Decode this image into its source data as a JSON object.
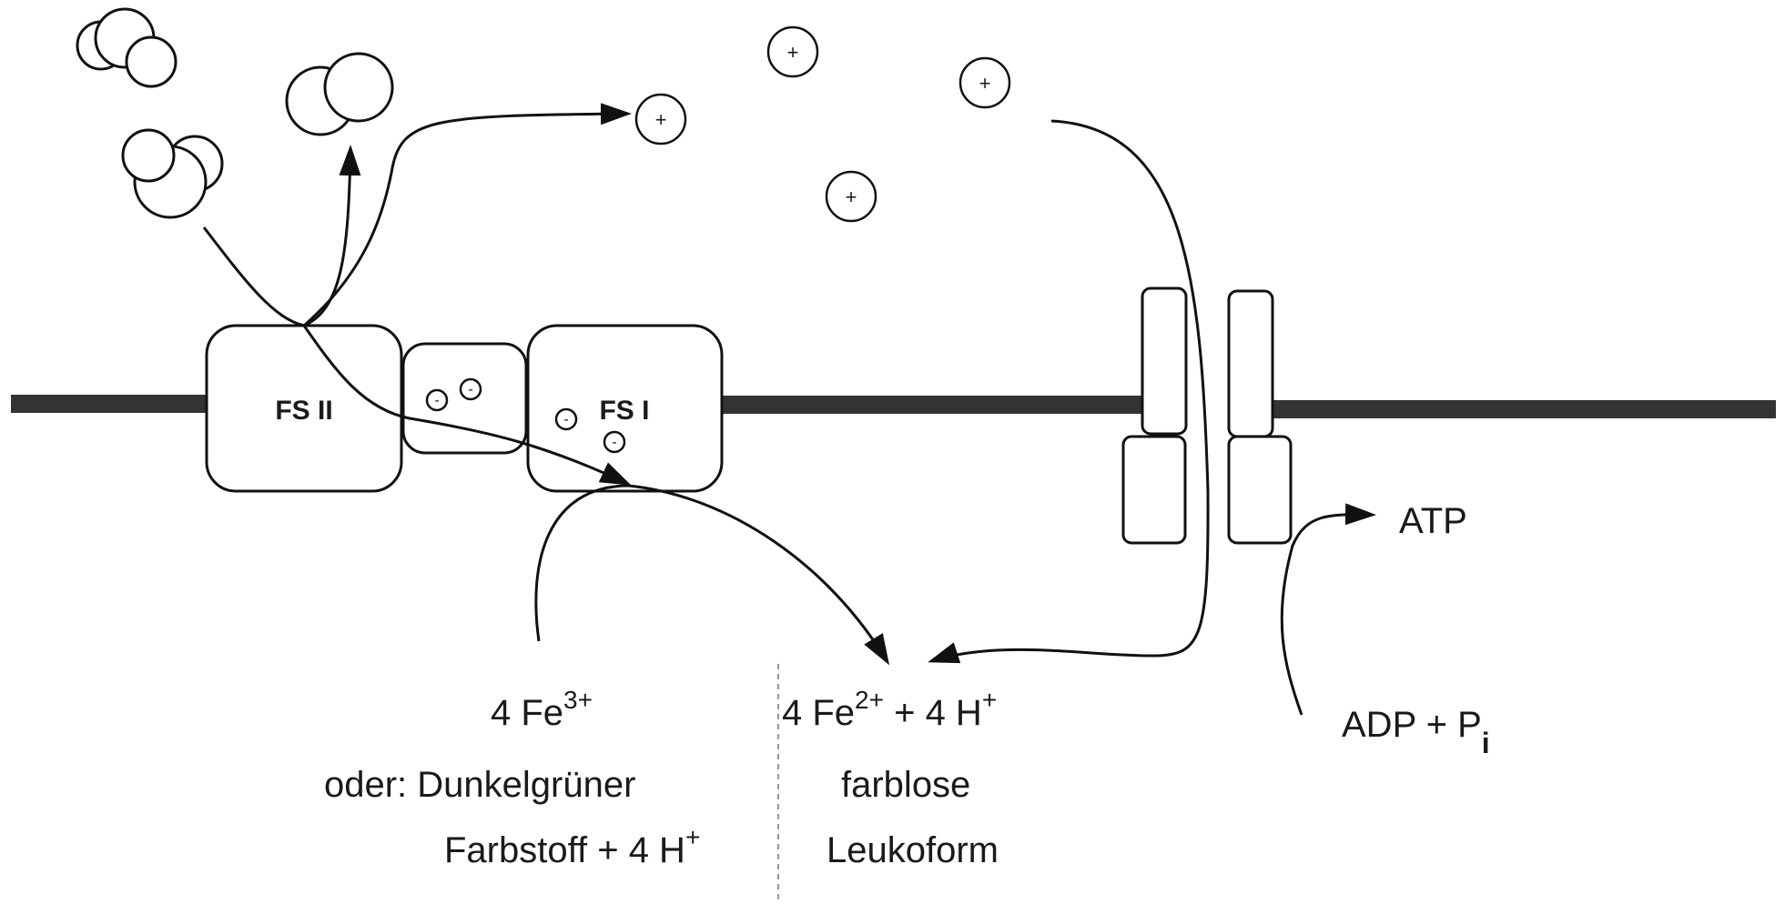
{
  "complexes": {
    "ps2": "FS II",
    "ps1": "FS I"
  },
  "charges": {
    "positive": "+",
    "negative": "-"
  },
  "labels": {
    "atp": "ATP",
    "adp": "ADP + P",
    "adp_sub": "i",
    "fe3_prefix": "4 Fe",
    "fe3_sup": "3+",
    "alt_line1": "oder: Dunkelgrüner",
    "alt_line2": "Farbstoff  +  4 H",
    "alt_line2_sup": "+",
    "fe2_prefix": "4 Fe",
    "fe2_sup": "2+",
    "fe2_mid": " + 4 H",
    "fe2_mid_sup": "+",
    "leuko_line1": "farblose",
    "leuko_line2": "Leukoform"
  },
  "colors": {
    "membrane": "#333333",
    "stroke": "#111111"
  }
}
